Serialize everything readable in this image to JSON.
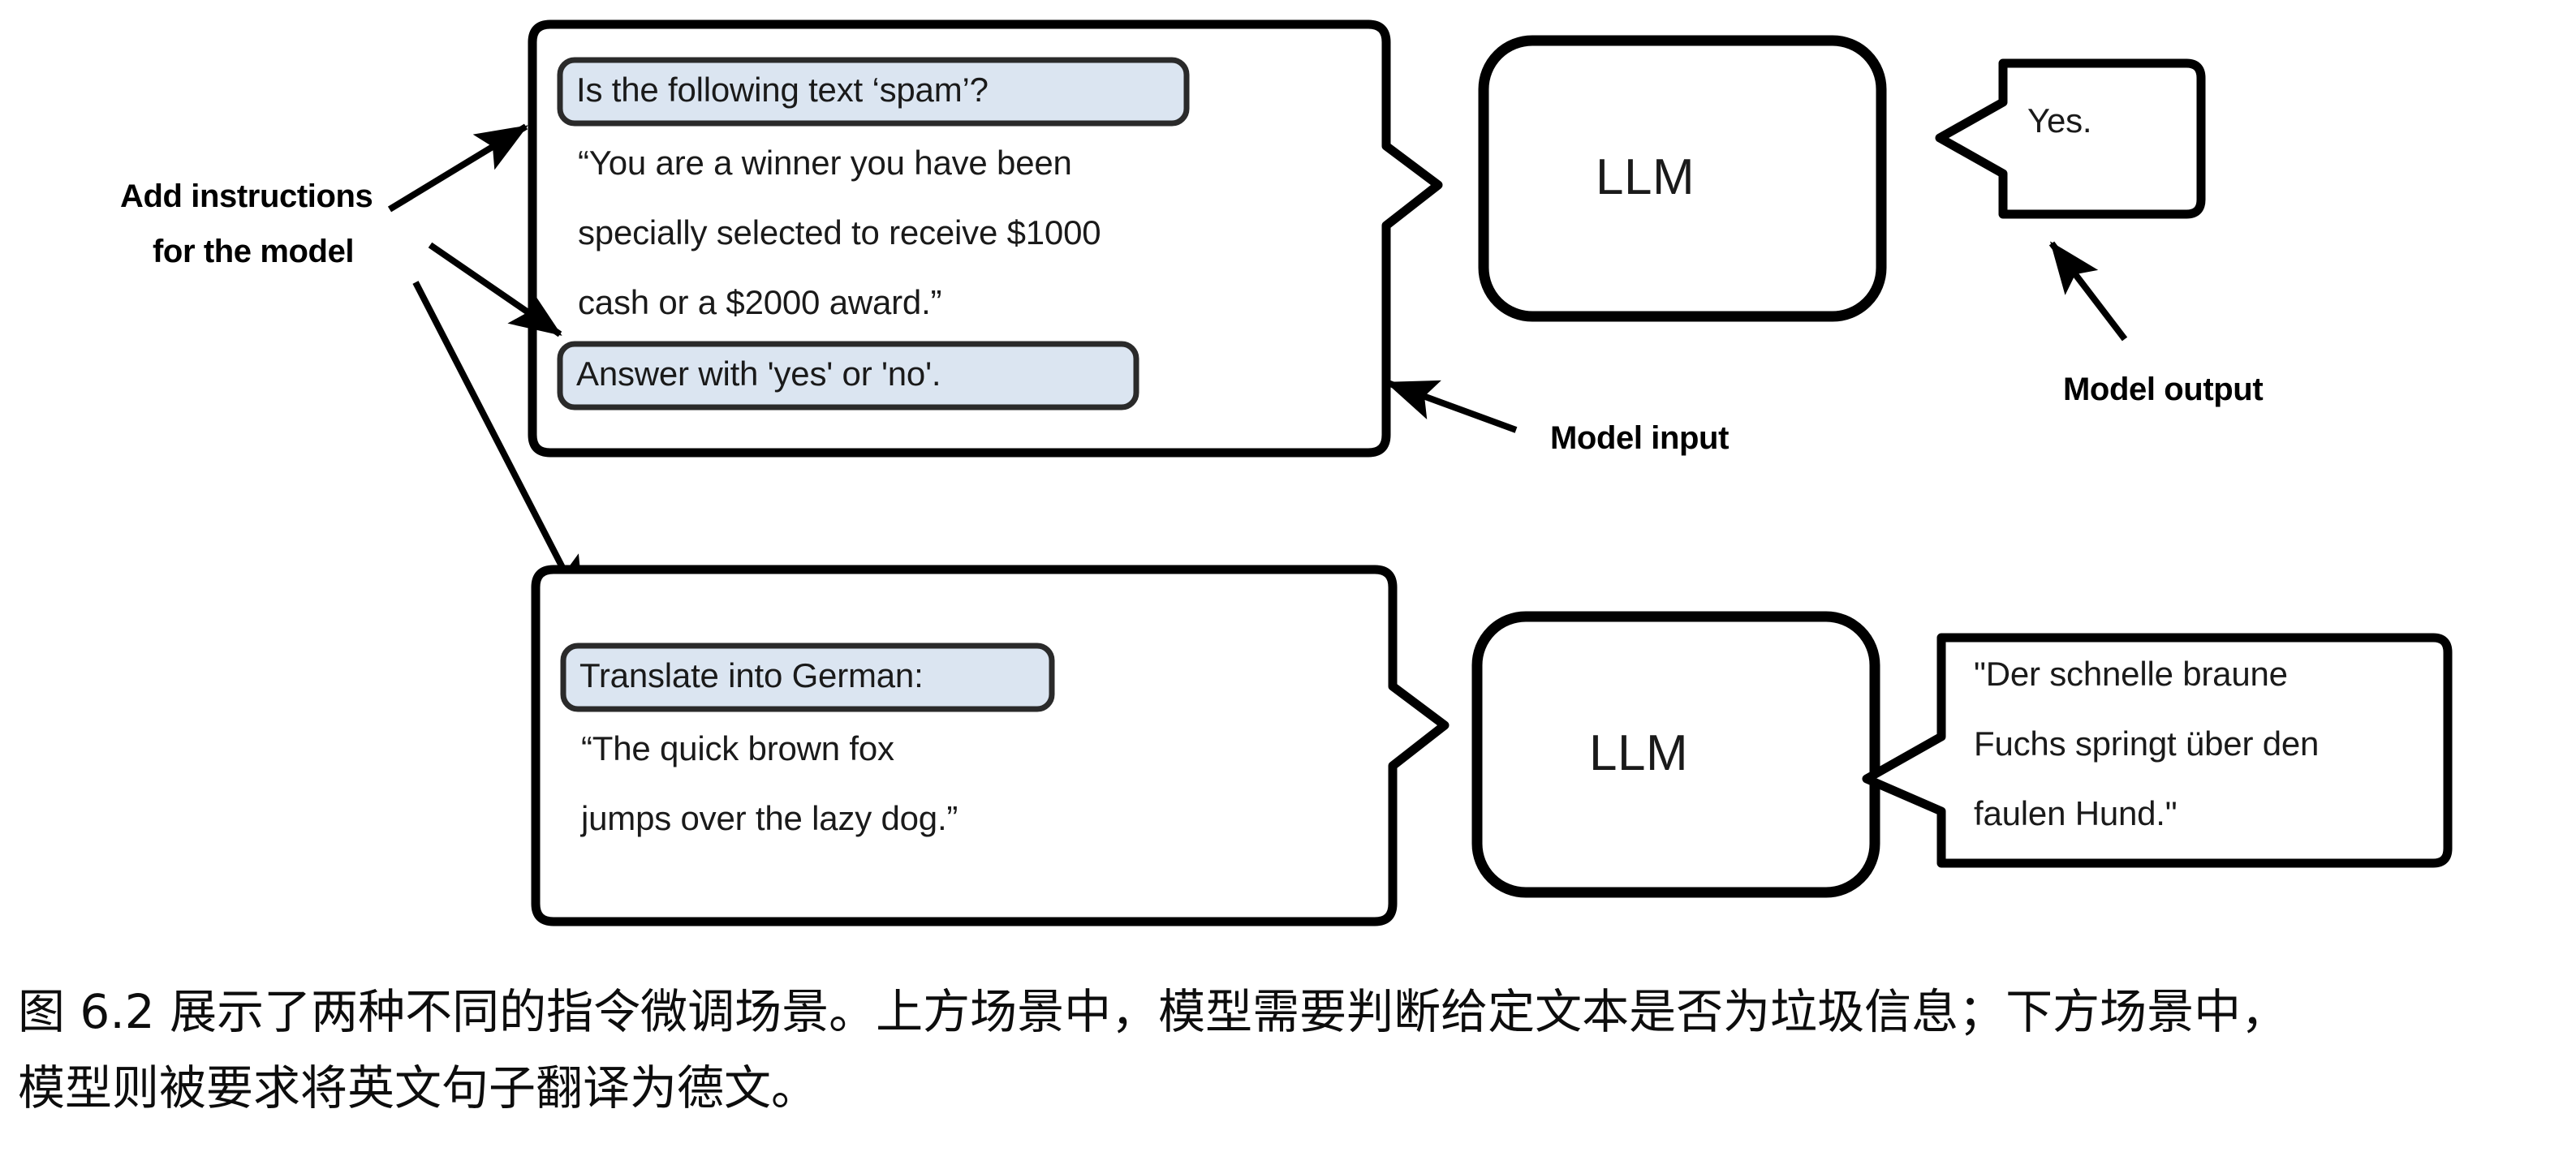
{
  "figure": {
    "annotations": {
      "add_instructions_line1": "Add instructions",
      "add_instructions_line2": "for the model",
      "model_input": "Model input",
      "model_output": "Model output"
    },
    "colors": {
      "highlight_fill": "#dbe5f1",
      "highlight_border": "#1a1a1a",
      "stroke": "#000000",
      "text": "#1a1a1a",
      "background": "#ffffff"
    },
    "scenarios": [
      {
        "id": "spam-classification",
        "input_box": {
          "highlights": [
            {
              "id": "instruction-top",
              "text": "Is the following text ‘spam’?"
            },
            {
              "id": "instruction-bottom",
              "text": "Answer with 'yes' or 'no'."
            }
          ],
          "body_lines": [
            "“You are a winner you have been",
            "specially selected to receive $1000",
            "cash or a $2000 award.”"
          ]
        },
        "model": {
          "label": "LLM"
        },
        "output_bubble": {
          "lines": [
            "Yes."
          ]
        }
      },
      {
        "id": "german-translation",
        "input_box": {
          "highlights": [
            {
              "id": "instruction-top",
              "text": "Translate into German:"
            }
          ],
          "body_lines": [
            "“The quick brown fox",
            "jumps over the lazy dog.”"
          ]
        },
        "model": {
          "label": "LLM"
        },
        "output_bubble": {
          "lines": [
            "\"Der schnelle braune",
            "Fuchs springt über den",
            "faulen Hund.\""
          ]
        }
      }
    ]
  },
  "caption": {
    "line1": "图 6.2 展示了两种不同的指令微调场景。上方场景中，模型需要判断给定文本是否为垃圾信息；下方场景中，",
    "line2": "模型则被要求将英文句子翻译为德文。"
  }
}
